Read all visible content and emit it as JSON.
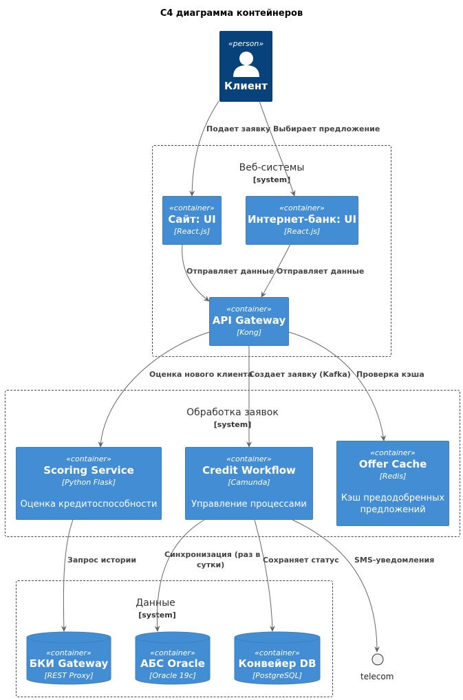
{
  "title": "C4 диаграмма контейнеров",
  "person": {
    "stereotype": "«person»",
    "name": "Клиент"
  },
  "boundaries": {
    "web": {
      "title": "Веб-системы",
      "type": "[system]"
    },
    "processing": {
      "title": "Обработка заявок",
      "type": "[system]"
    },
    "data": {
      "title": "Данные",
      "type": "[system]"
    }
  },
  "containers": {
    "site": {
      "stereotype": "«container»",
      "name": "Сайт: UI",
      "tech": "[React.js]"
    },
    "bank": {
      "stereotype": "«container»",
      "name": "Интернет-банк: UI",
      "tech": "[React.js]"
    },
    "gateway": {
      "stereotype": "«container»",
      "name": "API Gateway",
      "tech": "[Kong]"
    },
    "scoring": {
      "stereotype": "«container»",
      "name": "Scoring Service",
      "tech": "[Python Flask]",
      "desc": "Оценка кредитоспособности"
    },
    "workflow": {
      "stereotype": "«container»",
      "name": "Credit Workflow",
      "tech": "[Camunda]",
      "desc": "Управление процессами"
    },
    "cache": {
      "stereotype": "«container»",
      "name": "Offer Cache",
      "tech": "[Redis]",
      "desc_line1": "Кэш предодобренных",
      "desc_line2": "предложений"
    },
    "bki": {
      "stereotype": "«container»",
      "name": "БКИ Gateway",
      "tech": "[REST Proxy]"
    },
    "abs": {
      "stereotype": "«container»",
      "name": "АБС Oracle",
      "tech": "[Oracle 19c]"
    },
    "conveyor": {
      "stereotype": "«container»",
      "name": "Конвейер DB",
      "tech": "[PostgreSQL]"
    }
  },
  "external": {
    "name": "telecom"
  },
  "edges": {
    "submit": "Подает заявку",
    "choose": "Выбирает предложение",
    "send1": "Отправляет данные",
    "send2": "Отправляет данные",
    "evaluate": "Оценка нового клиента",
    "create": "Создает заявку (Kafka)",
    "cachecheck": "Проверка кэша",
    "history": "Запрос истории",
    "sync_line1": "Синхронизация (раз в",
    "sync_line2": "сутки)",
    "savestatus": "Сохраняет статус",
    "sms": "SMS-уведомления"
  },
  "colors": {
    "person": "#08427b",
    "container": "#438dd5",
    "edge": "#666666"
  }
}
